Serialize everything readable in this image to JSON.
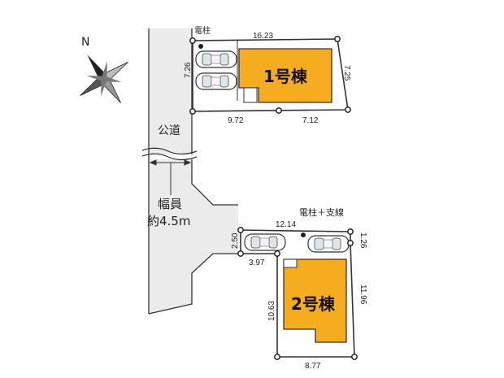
{
  "compass": {
    "north_label": "N",
    "icon": "compass-rose-icon"
  },
  "road": {
    "label": "公道",
    "width_label": "幅員",
    "width_value": "約4.5m"
  },
  "lot1": {
    "building_label": "1号棟",
    "pole_label": "電柱",
    "dims": {
      "top": "16.23",
      "left": "7.26",
      "right": "7.25",
      "bottom_left": "9.72",
      "bottom_right": "7.12"
    }
  },
  "lot2": {
    "building_label": "2号棟",
    "pole_label": "電柱＋支線",
    "dims": {
      "top": "12.14",
      "top_right": "1.26",
      "entry_height": "2.50",
      "entry_width": "3.97",
      "left": "10.63",
      "right": "11.96",
      "bottom": "8.77"
    }
  },
  "colors": {
    "building": "#f5ad1f",
    "road": "#ebebeb",
    "car": "#ffffff"
  }
}
